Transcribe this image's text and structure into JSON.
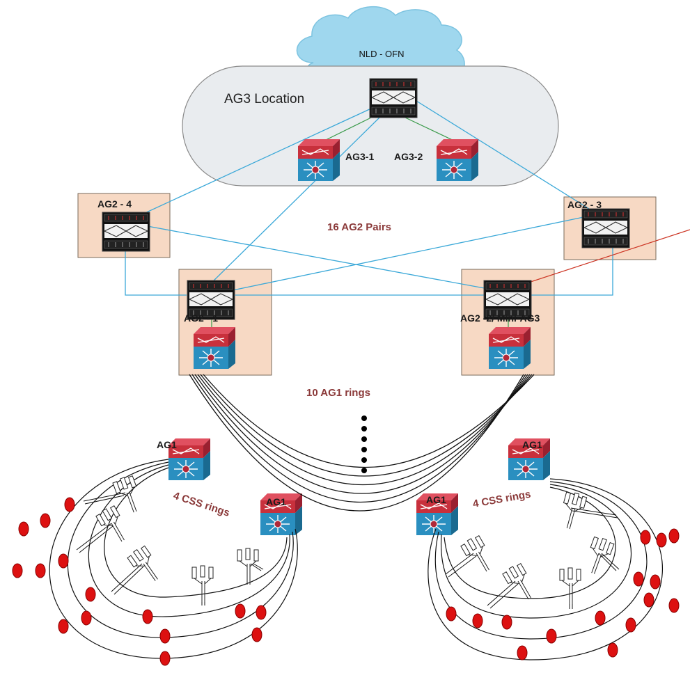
{
  "labels": {
    "cloud": "NLD - OFN",
    "location": "AG3 Location",
    "ag3_1": "AG3-1",
    "ag3_2": "AG3-2",
    "ag2_4": "AG2 - 4",
    "ag2_3": "AG2 - 3",
    "ag2_pairs": "16 AG2 Pairs",
    "ag2_1": "AG2 - 1",
    "ag2_2": "AG2 -2/ Mini-AG3",
    "ag1_rings": "10 AG1 rings",
    "ag1": "AG1",
    "css_rings": "4 CSS rings"
  },
  "colors": {
    "cloud": "#9fd7ee",
    "location": "#e9ecef",
    "ag2_box": "#f7d9c4",
    "link_cyan": "#3aa8d8",
    "link_green": "#3a9a4a",
    "link_red": "#cc3322",
    "router_red": "#c8303c",
    "router_blue": "#2a8fc0",
    "node_red": "#dd1111",
    "maroon_text": "#8b3a3a"
  },
  "icons": {
    "core": "optical-transport-icon",
    "router": "multilayer-switch-icon",
    "cell": "cell-antenna-icon",
    "node": "css-node-icon"
  }
}
